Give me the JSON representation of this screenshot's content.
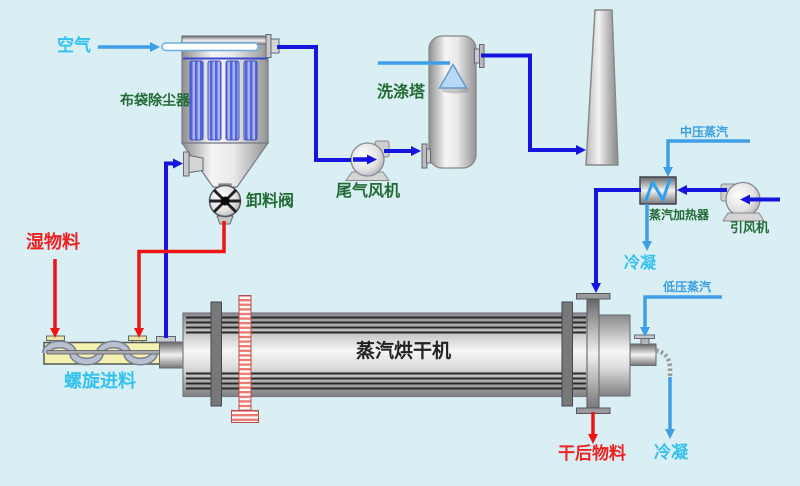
{
  "colors": {
    "background": "#d9eff3",
    "pipe_dark_blue": "#1515dd",
    "pipe_light_blue": "#3f9fe6",
    "pipe_red": "#ee1414",
    "label_green": "#226b35",
    "label_cyan": "#35c2ee",
    "label_red": "#ee2222",
    "label_steam_blue": "#3a9fe0",
    "label_dark": "#222222"
  },
  "labels": {
    "air": "空气",
    "bag_filter": "布袋除尘器",
    "discharge_valve": "卸料阀",
    "wet_material": "湿物料",
    "screw_feed": "螺旋进料",
    "exhaust_fan": "尾气风机",
    "scrub_tower": "洗涤塔",
    "steam_dryer": "蒸汽烘干机",
    "mp_steam": "中压蒸汽",
    "steam_heater": "蒸汽加热器",
    "induced_fan": "引风机",
    "condensate_heater": "冷凝",
    "lp_steam": "低压蒸汽",
    "dried_material": "干后物料",
    "condensate_dryer": "冷凝"
  }
}
